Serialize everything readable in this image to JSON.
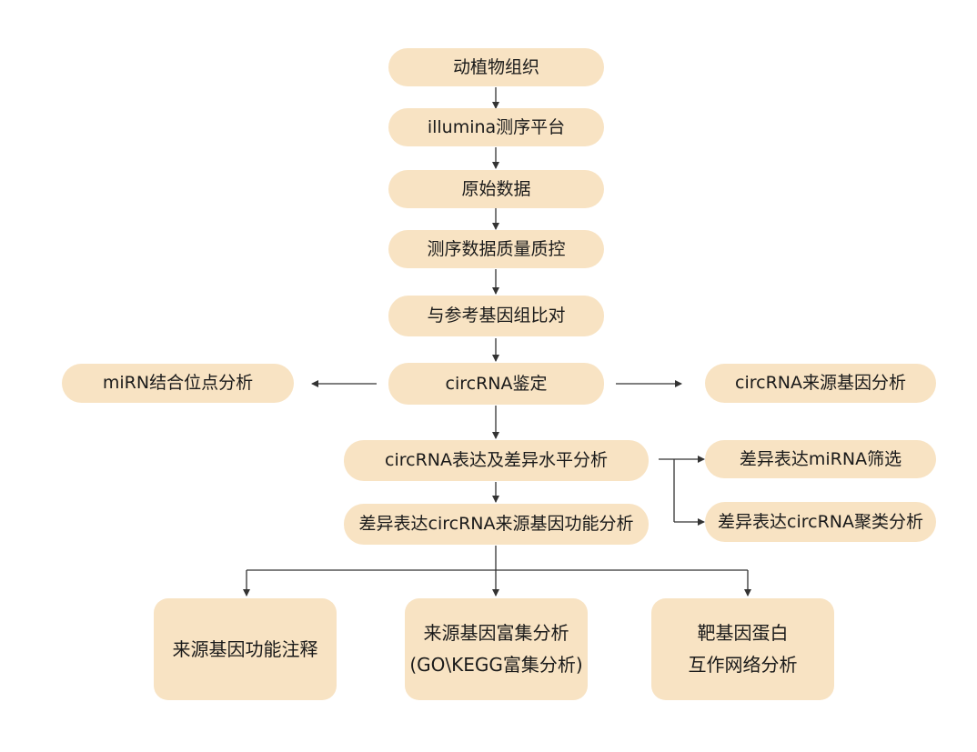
{
  "nodes": {
    "tissue": "动植物组织",
    "sequencing_platform": "illumina测序平台",
    "raw_data": "原始数据",
    "quality_control": "测序数据质量质控",
    "alignment": "与参考基因组比对",
    "circrna_identification": "circRNA鉴定",
    "mirna_binding": "miRN结合位点分析",
    "source_gene": "circRNA来源基因分析",
    "expression_level": "circRNA表达及差异水平分析",
    "mirna_screening": "差异表达miRNA筛选",
    "cluster_analysis": "差异表达circRNA聚类分析",
    "source_gene_function": "差异表达circRNA来源基因功能分析",
    "function_annotation": "来源基因功能注释",
    "enrichment_line1": "来源基因富集分析",
    "enrichment_line2": "(GO\\KEGG富集分析)",
    "ppi_line1": "靶基因蛋白",
    "ppi_line2": "互作网络分析"
  },
  "colors": {
    "node_fill": "#f8e3c3",
    "connector": "#333333"
  }
}
